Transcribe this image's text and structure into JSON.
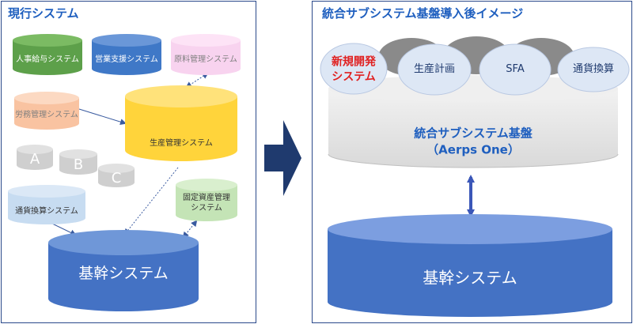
{
  "left": {
    "title": "現行システム",
    "systems": {
      "hr": "人事給与システム",
      "sales": "営業支援システム",
      "material": "原料管理システム",
      "labor": "労務管理システム",
      "production": "生産管理システム",
      "a": "A",
      "b": "B",
      "c": "C",
      "currency": "通貨換算システム",
      "fixed_asset_1": "固定資産管理",
      "fixed_asset_2": "システム",
      "core": "基幹システム"
    }
  },
  "right": {
    "title": "統合サブシステム基盤導入後イメージ",
    "modules": {
      "new_dev_1": "新規開発",
      "new_dev_2": "システム",
      "production_plan": "生産計画",
      "sfa": "SFA",
      "currency": "通貨換算"
    },
    "platform_1": "統合サブシステム基盤",
    "platform_2": "（Aerps One）",
    "core": "基幹システム"
  },
  "colors": {
    "title_blue": "#1f5fbf",
    "core_blue": "#4472c4",
    "production_yellow": "#ffd43b",
    "new_dev_red": "#e02020",
    "arrow_navy": "#1f3a6e"
  }
}
